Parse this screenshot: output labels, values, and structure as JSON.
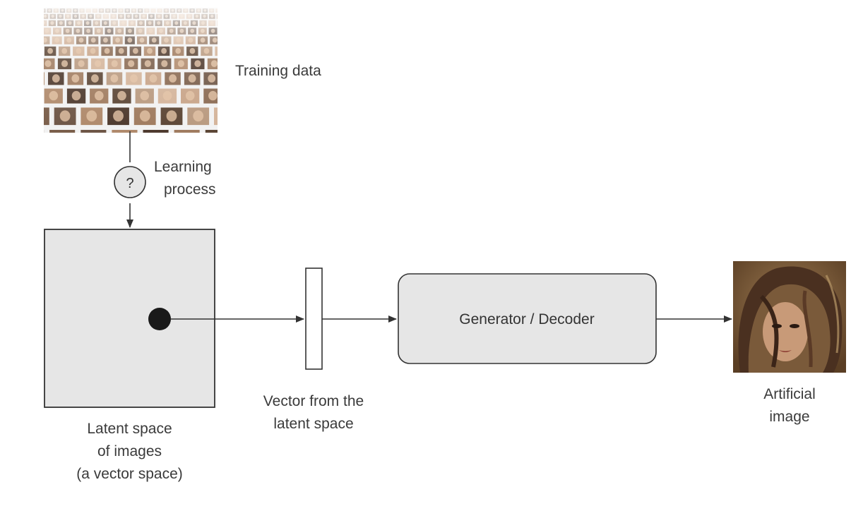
{
  "training_data": {
    "label": "Training data",
    "image": "grid-of-face-photos"
  },
  "learning_process": {
    "symbol": "?",
    "line1": "Learning",
    "line2": "process"
  },
  "latent_space": {
    "line1": "Latent space",
    "line2": "of images",
    "line3": "(a vector space)"
  },
  "vector": {
    "line1": "Vector from the",
    "line2": "latent space"
  },
  "generator": {
    "label": "Generator / Decoder"
  },
  "output": {
    "line1": "Artificial",
    "line2": "image",
    "image": "generated-face-portrait"
  },
  "colors": {
    "box_fill": "#e6e6e6",
    "stroke": "#333333",
    "dot": "#1a1a1a"
  }
}
